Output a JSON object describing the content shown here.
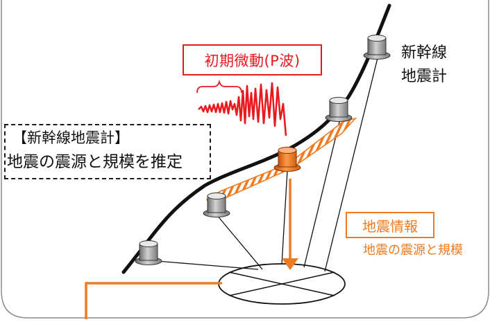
{
  "labels": {
    "p_wave": "初期微動(P波)",
    "seismometer_line1": "新幹線",
    "seismometer_line2": "地震計",
    "shinkansen_box_title": "【新幹線地震計】",
    "shinkansen_box_body": "地震の震源と規模を推定",
    "quake_info": "地震情報",
    "quake_info_detail": "地震の震源と規模"
  },
  "colors": {
    "p_wave": "#e8191f",
    "signal": "#f07a1f",
    "track": "#111111",
    "sensor_gray": "#9a9a9a",
    "sensor_active": "#f07a1f"
  },
  "icons": [
    "seismometer-icon",
    "seismometer-active-icon",
    "epicenter-icon",
    "waveform-icon"
  ]
}
